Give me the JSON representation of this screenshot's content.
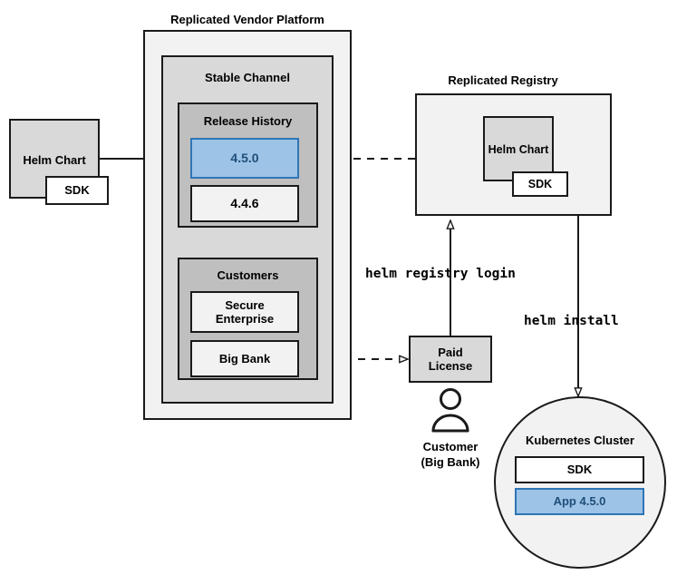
{
  "diagram": {
    "title_labels": {
      "platform": "Replicated Vendor Platform",
      "registry": "Replicated Registry"
    },
    "platform": {
      "channel_label": "Stable Channel",
      "release_history": {
        "label": "Release History",
        "releases": [
          {
            "version": "4.5.0",
            "highlighted": true
          },
          {
            "version": "4.4.6",
            "highlighted": false
          }
        ]
      },
      "customers": {
        "label": "Customers",
        "items": [
          {
            "name": "Secure\nEnterprise"
          },
          {
            "name": "Big Bank"
          }
        ]
      }
    },
    "source_chart": {
      "label": "Helm Chart",
      "sdk_label": "SDK"
    },
    "registry_chart": {
      "label": "Helm Chart",
      "sdk_label": "SDK"
    },
    "license": {
      "label": "Paid\nLicense"
    },
    "customer_actor": {
      "icon": "person-icon",
      "line1": "Customer",
      "line2": "(Big Bank)"
    },
    "cluster": {
      "label": "Kubernetes Cluster",
      "sdk_label": "SDK",
      "app_label": "App 4.5.0"
    },
    "commands": {
      "registry_login": "helm registry login",
      "install": "helm install"
    },
    "colors": {
      "accent_fill": "#9dc3e6",
      "accent_border": "#2e75b6",
      "accent_text": "#1f4e79",
      "stroke": "#1a1a1a",
      "container_outer": "#f2f2f2",
      "container_channel": "#d9d9d9",
      "container_inner": "#bfbfbf"
    }
  }
}
